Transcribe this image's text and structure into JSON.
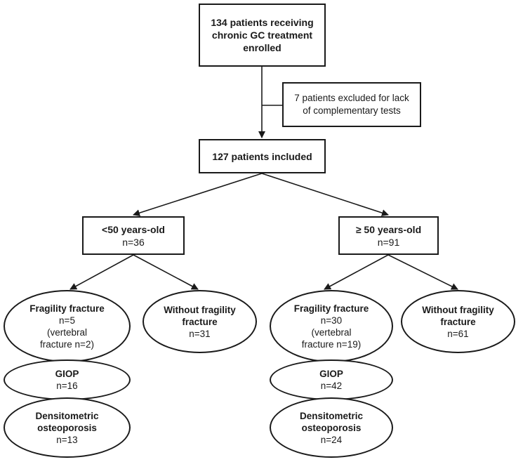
{
  "enrolled": {
    "line1": "134 patients receiving",
    "line2": "chronic GC treatment",
    "line3": "enrolled"
  },
  "excluded": {
    "line1": "7 patients excluded for lack",
    "line2": "of complementary tests"
  },
  "included": {
    "label": "127 patients included"
  },
  "young": {
    "label": "<50 years-old",
    "n": "n=36",
    "fracture": {
      "title": "Fragility fracture",
      "n": "n=5",
      "sub1": "(vertebral",
      "sub2": "fracture n=2)"
    },
    "no_fracture": {
      "title1": "Without fragility",
      "title2": "fracture",
      "n": "n=31"
    },
    "giop": {
      "title": "GIOP",
      "n": "n=16"
    },
    "dens": {
      "title1": "Densitometric",
      "title2": "osteoporosis",
      "n": "n=13"
    }
  },
  "old": {
    "label": "≥ 50 years-old",
    "n": "n=91",
    "fracture": {
      "title": "Fragility fracture",
      "n": "n=30",
      "sub1": "(vertebral",
      "sub2": "fracture n=19)"
    },
    "no_fracture": {
      "title1": "Without fragility",
      "title2": "fracture",
      "n": "n=61"
    },
    "giop": {
      "title": "GIOP",
      "n": "n=42"
    },
    "dens": {
      "title1": "Densitometric",
      "title2": "osteoporosis",
      "n": "n=24"
    }
  }
}
